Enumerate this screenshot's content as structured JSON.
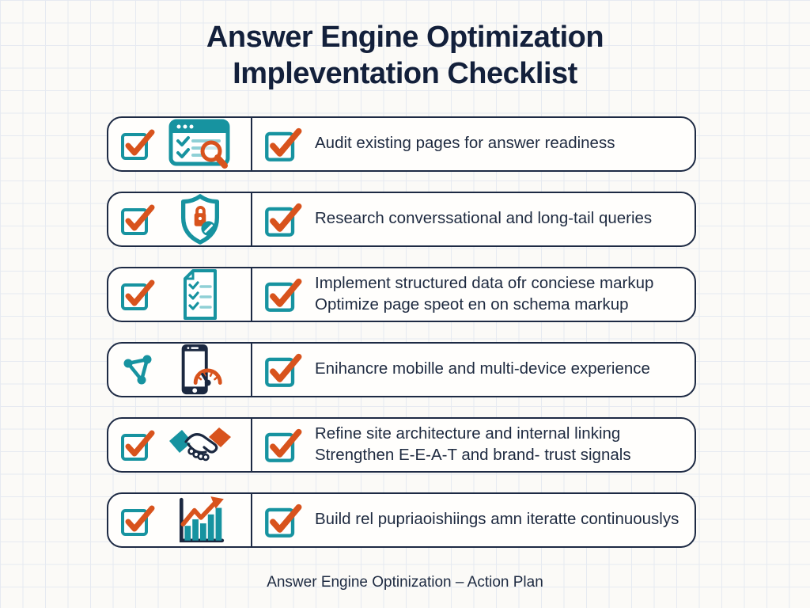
{
  "page": {
    "title_line1": "Answer Engine Optimization",
    "title_line2": "Impleventation Checklist",
    "footer": "Answer Engine Optinization – Action Plan"
  },
  "colors": {
    "teal": "#1793a0",
    "teal_light": "#8fd0d6",
    "orange": "#d8531d",
    "navy": "#1b2840",
    "title_navy": "#13203b",
    "row_border": "#1d2a44",
    "background": "#fbfaf7",
    "grid_line": "#e6eaf1"
  },
  "checklist": {
    "items": [
      {
        "icon": "page-audit-icon",
        "checked": true,
        "lines": [
          "Audit existing pages for answer readiness",
          ""
        ]
      },
      {
        "icon": "privacy-shield-icon",
        "checked": true,
        "lines": [
          "Research converssational and long-tail queries",
          ""
        ]
      },
      {
        "icon": "checklist-document-icon",
        "checked": true,
        "lines": [
          "Implement  structured data ofr conciese markup",
          "Optimize page speot en on schema markup"
        ]
      },
      {
        "icon": "mobile-speed-icon",
        "checked": true,
        "lines": [
          "Enihancre mobille and multi-device experience",
          ""
        ]
      },
      {
        "icon": "handshake-icon",
        "checked": true,
        "lines": [
          "Refine site architecture and internal linking",
          "Strengthen E-E-A-T and brand- trust signals"
        ]
      },
      {
        "icon": "growth-chart-icon",
        "checked": true,
        "lines": [
          "Build rel pupriaoishiings amn iteratte continuouslys",
          ""
        ]
      }
    ]
  }
}
